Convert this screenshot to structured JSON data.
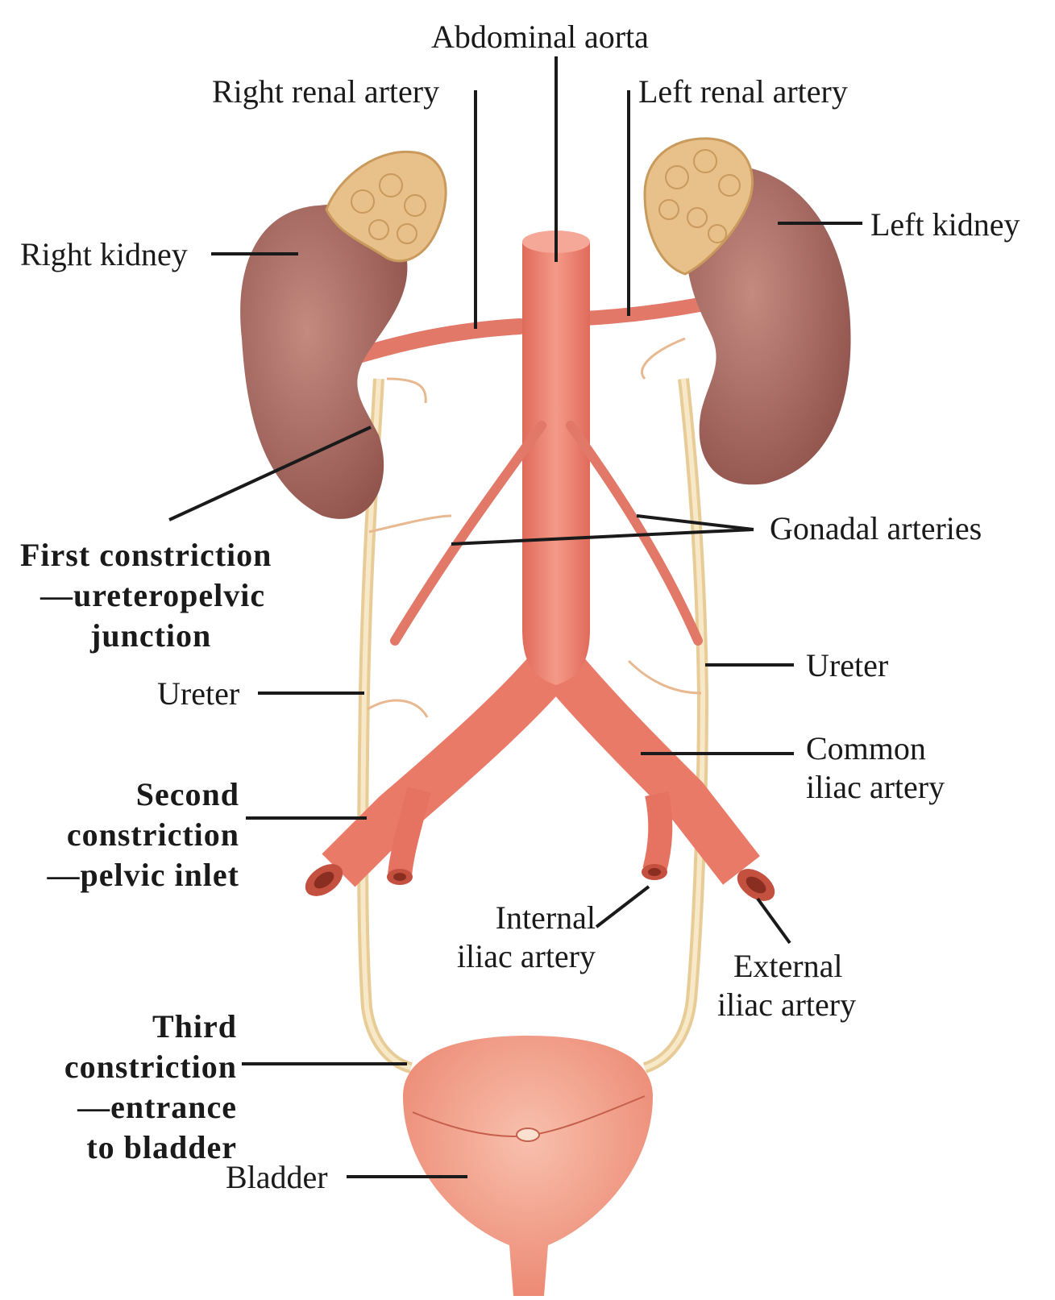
{
  "labels": {
    "abdominal_aorta": "Abdominal aorta",
    "right_renal_artery": "Right renal artery",
    "left_renal_artery": "Left renal artery",
    "right_kidney": "Right kidney",
    "left_kidney": "Left kidney",
    "gonadal_arteries": "Gonadal arteries",
    "first_constriction": [
      "First constriction",
      "—ureteropelvic",
      "junction"
    ],
    "ureter_left_side": "Ureter",
    "ureter_right_side": "Ureter",
    "common_iliac_artery": [
      "Common",
      "iliac artery"
    ],
    "second_constriction": [
      "Second",
      "constriction",
      "—pelvic inlet"
    ],
    "internal_iliac_artery": [
      "Internal",
      "iliac artery"
    ],
    "external_iliac_artery": [
      "External",
      "iliac artery"
    ],
    "third_constriction": [
      "Third",
      "constriction",
      "—entrance",
      "to bladder"
    ],
    "bladder": "Bladder"
  },
  "colors": {
    "kidney": "#a8675f",
    "adrenal": "#e8c08a",
    "artery": "#ee8070",
    "ureter": "#f2dcb0",
    "bladder": "#f29a85",
    "leader": "#1a1a1a"
  }
}
